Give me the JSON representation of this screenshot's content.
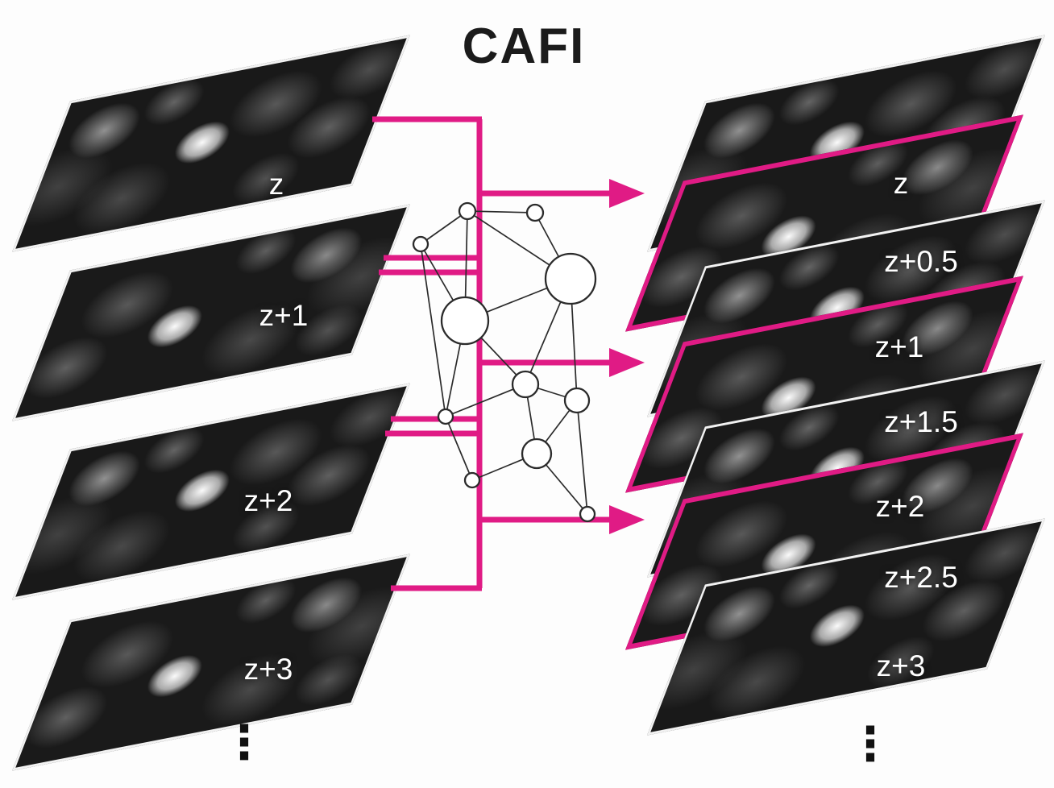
{
  "title": "CAFI",
  "accent_color": "#e01b85",
  "left_stack": {
    "slices": [
      {
        "label": "z"
      },
      {
        "label": "z+1"
      },
      {
        "label": "z+2"
      },
      {
        "label": "z+3"
      }
    ],
    "ellipsis": "⋮"
  },
  "right_stack": {
    "slices": [
      {
        "label": "z",
        "interpolated": false
      },
      {
        "label": "z+0.5",
        "interpolated": true
      },
      {
        "label": "z+1",
        "interpolated": false
      },
      {
        "label": "z+1.5",
        "interpolated": true
      },
      {
        "label": "z+2",
        "interpolated": false
      },
      {
        "label": "z+2.5",
        "interpolated": true
      },
      {
        "label": "z+3",
        "interpolated": false
      }
    ],
    "ellipsis": "⋮"
  }
}
